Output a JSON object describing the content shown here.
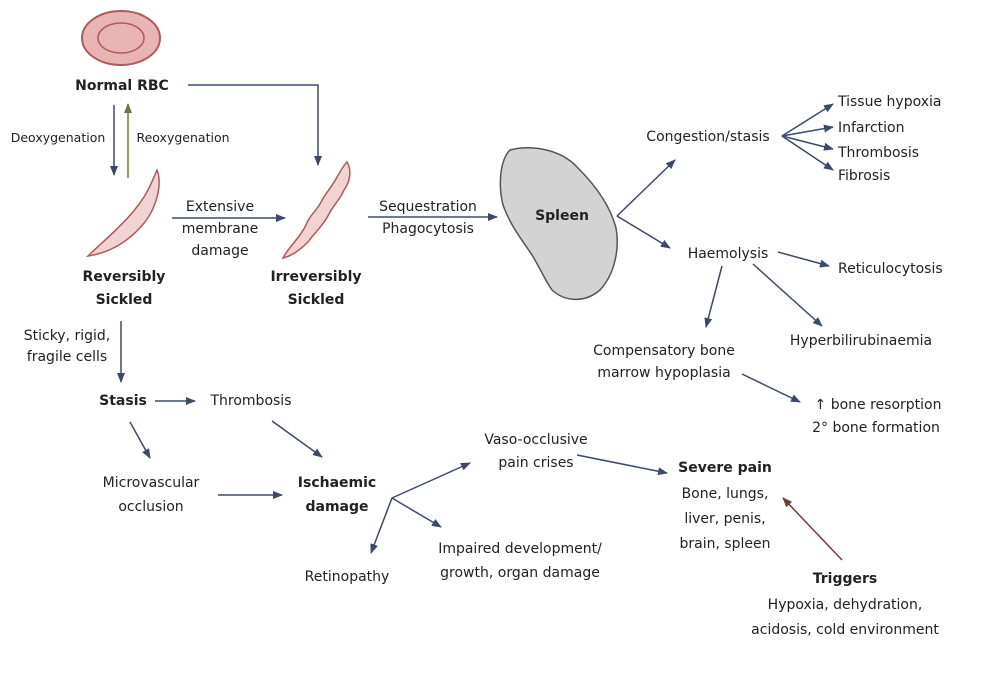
{
  "nodes": {
    "normal_rbc": "Normal RBC",
    "deoxygenation": "Deoxygenation",
    "reoxygenation": "Reoxygenation",
    "extensive_1": "Extensive",
    "extensive_2": "membrane",
    "extensive_3": "damage",
    "reversibly_1": "Reversibly",
    "reversibly_2": "Sickled",
    "irreversibly_1": "Irreversibly",
    "irreversibly_2": "Sickled",
    "sequestration": "Sequestration",
    "phagocytosis": "Phagocytosis",
    "spleen": "Spleen",
    "congestion": "Congestion/stasis",
    "tissue_hypoxia": "Tissue hypoxia",
    "infarction": "Infarction",
    "thrombosis_1": "Thrombosis",
    "fibrosis": "Fibrosis",
    "haemolysis": "Haemolysis",
    "reticulocytosis": "Reticulocytosis",
    "hyperbilirubinaemia": "Hyperbilirubinaemia",
    "compensatory_1": "Compensatory bone",
    "compensatory_2": "marrow hypoplasia",
    "bone_resorption": "↑ bone resorption",
    "bone_formation": "2° bone formation",
    "sticky_1": "Sticky, rigid,",
    "sticky_2": "fragile cells",
    "stasis": "Stasis",
    "thrombosis_2": "Thrombosis",
    "micro_1": "Microvascular",
    "micro_2": "occlusion",
    "ischaemic_1": "Ischaemic",
    "ischaemic_2": "damage",
    "vaso_1": "Vaso-occlusive",
    "vaso_2": "pain crises",
    "severe_pain": "Severe pain",
    "sites_1": "Bone, lungs,",
    "sites_2": "liver, penis,",
    "sites_3": "brain, spleen",
    "retinopathy": "Retinopathy",
    "impaired_1": "Impaired development/",
    "impaired_2": "growth, organ damage",
    "triggers": "Triggers",
    "triggers_1": "Hypoxia, dehydration,",
    "triggers_2": "acidosis, cold environment"
  },
  "colors": {
    "arrow": "#3b4a6b",
    "reoxygenation_arrow": "#6b7a3a",
    "triggers_arrow": "#7a3a3a",
    "rbc_fill": "#e8b4b4",
    "rbc_stroke": "#b05a5a",
    "spleen_fill": "#d3d3d3",
    "spleen_stroke": "#555555"
  }
}
